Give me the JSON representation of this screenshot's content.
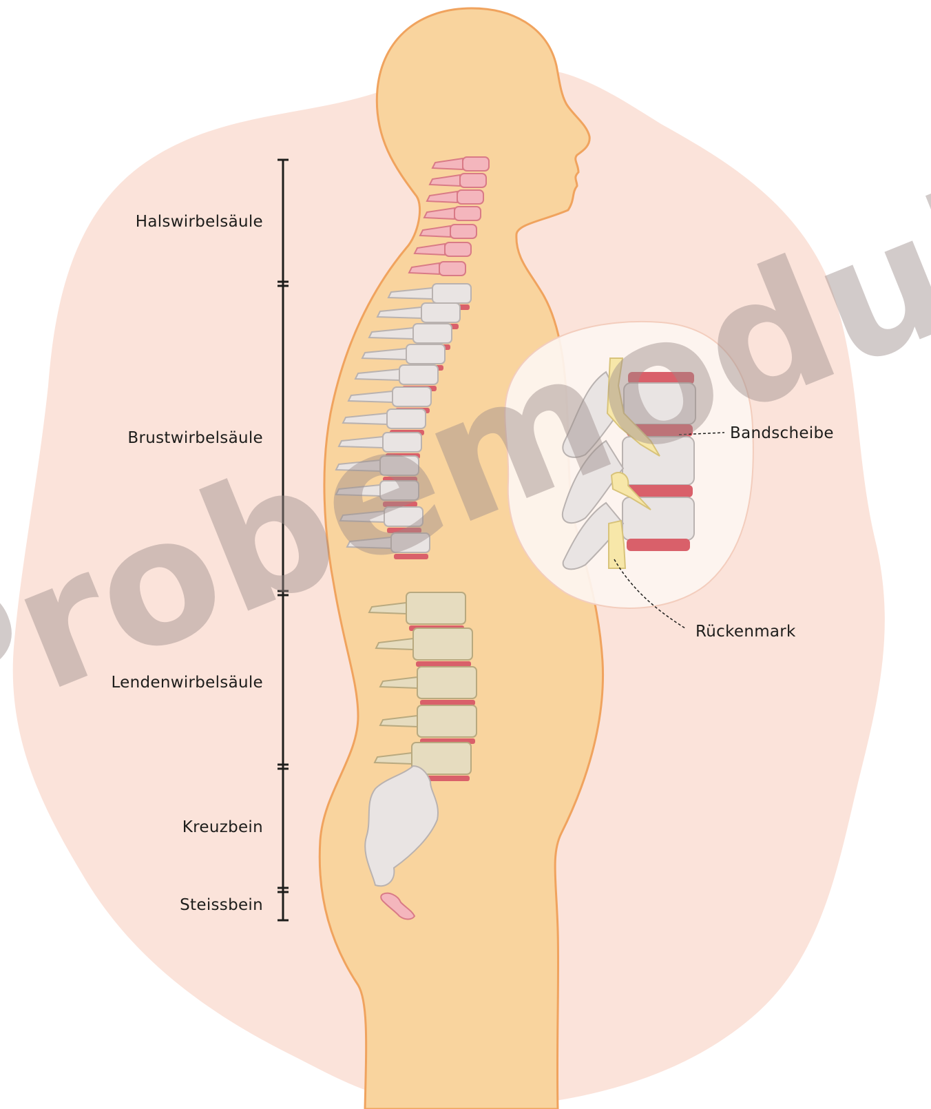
{
  "diagram": {
    "section_labels": [
      "Halswirbelsäule",
      "Brustwirbelsäule",
      "Lendenwirbelsäule",
      "Kreuzbein",
      "Steissbein"
    ],
    "detail_labels": {
      "disc": "Bandscheibe",
      "spinal_cord": "Rückenmark"
    },
    "watermark": "Probemodul",
    "colors": {
      "background_blob": "#fbe3da",
      "body_fill": "#f9d49e",
      "body_outline": "#f0a35e",
      "cervical": "#f4b6bd",
      "thoracic": "#e9e4e3",
      "lumbar": "#e6dcbf",
      "disc": "#d9606a",
      "nerve": "#f7e7a9",
      "watermark": "#9b8c8a"
    }
  }
}
